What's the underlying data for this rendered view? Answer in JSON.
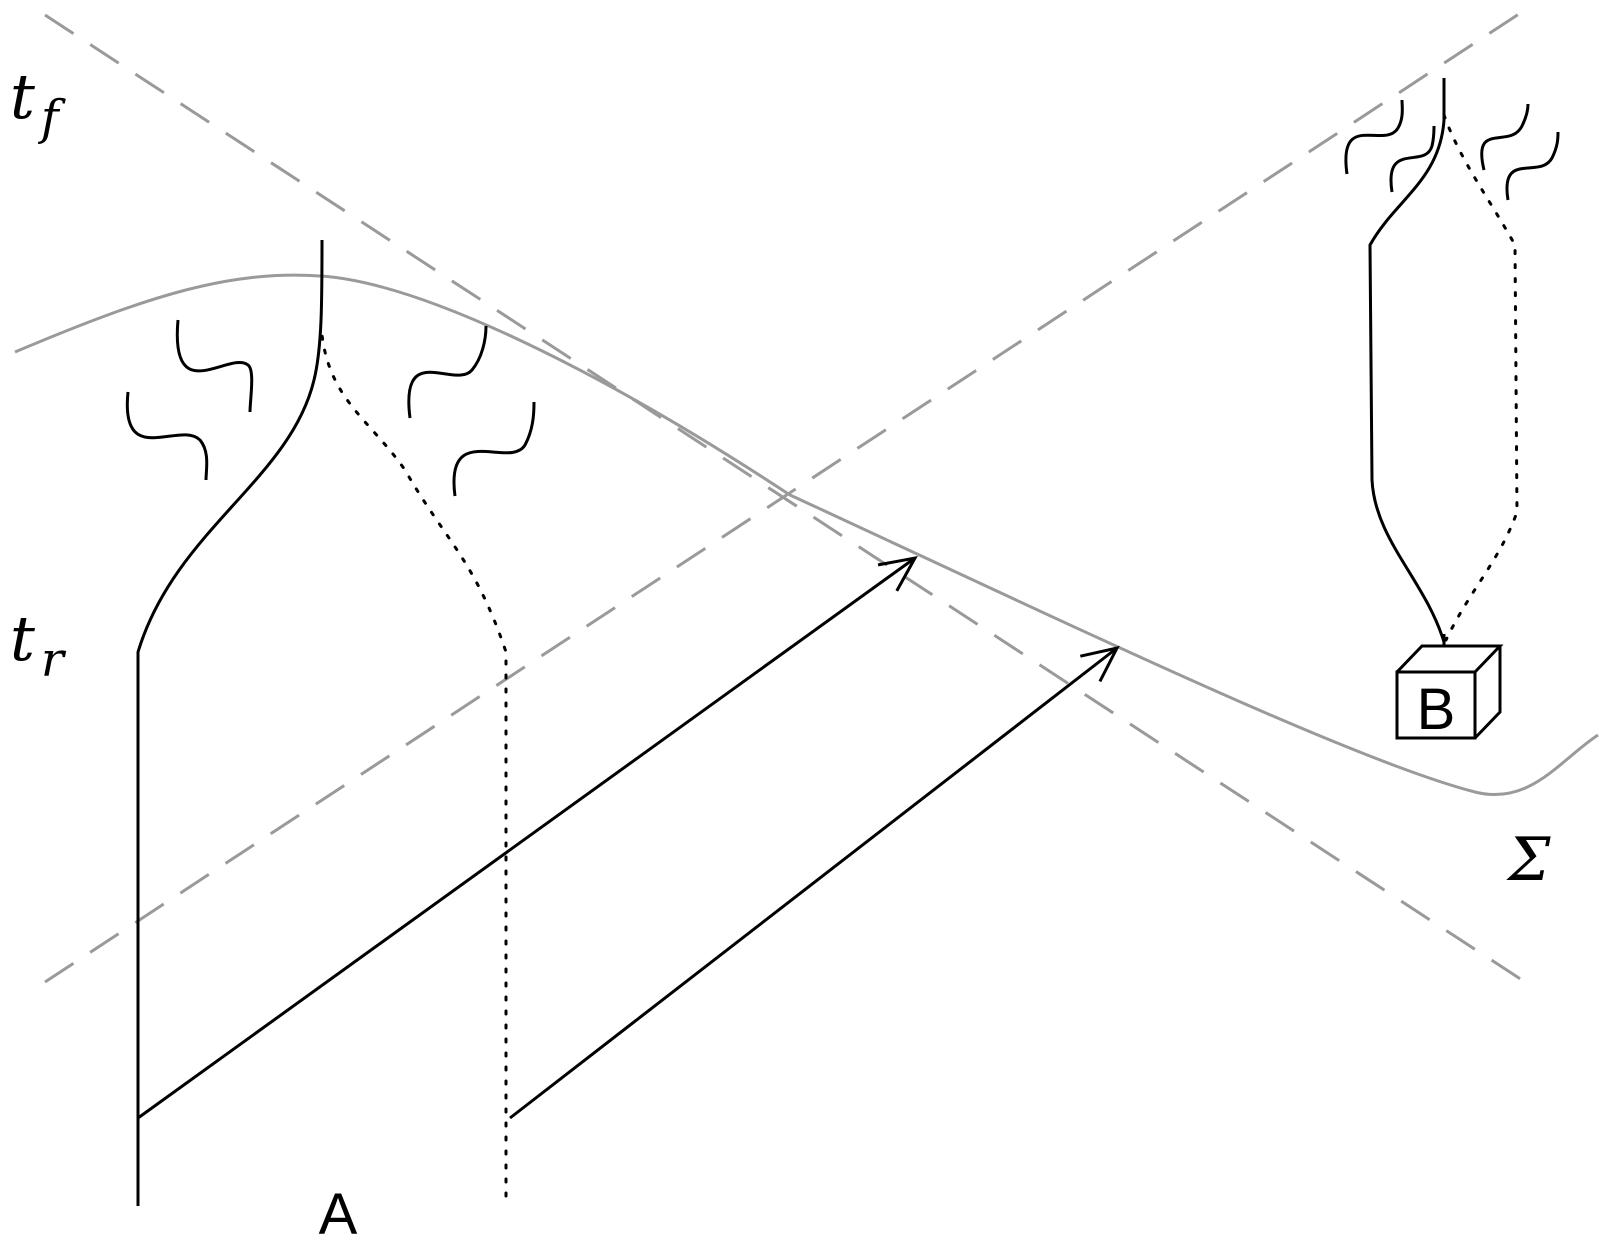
{
  "labels": {
    "t_f": {
      "base": "t",
      "sub": "f"
    },
    "t_r": {
      "base": "t",
      "sub": "r"
    },
    "sigma": "Σ",
    "a": "A",
    "b": "B"
  },
  "colors": {
    "ink": "#000000",
    "light_cone": "#9a9a9a",
    "surface": "#9a9a9a",
    "background": "#ffffff"
  }
}
